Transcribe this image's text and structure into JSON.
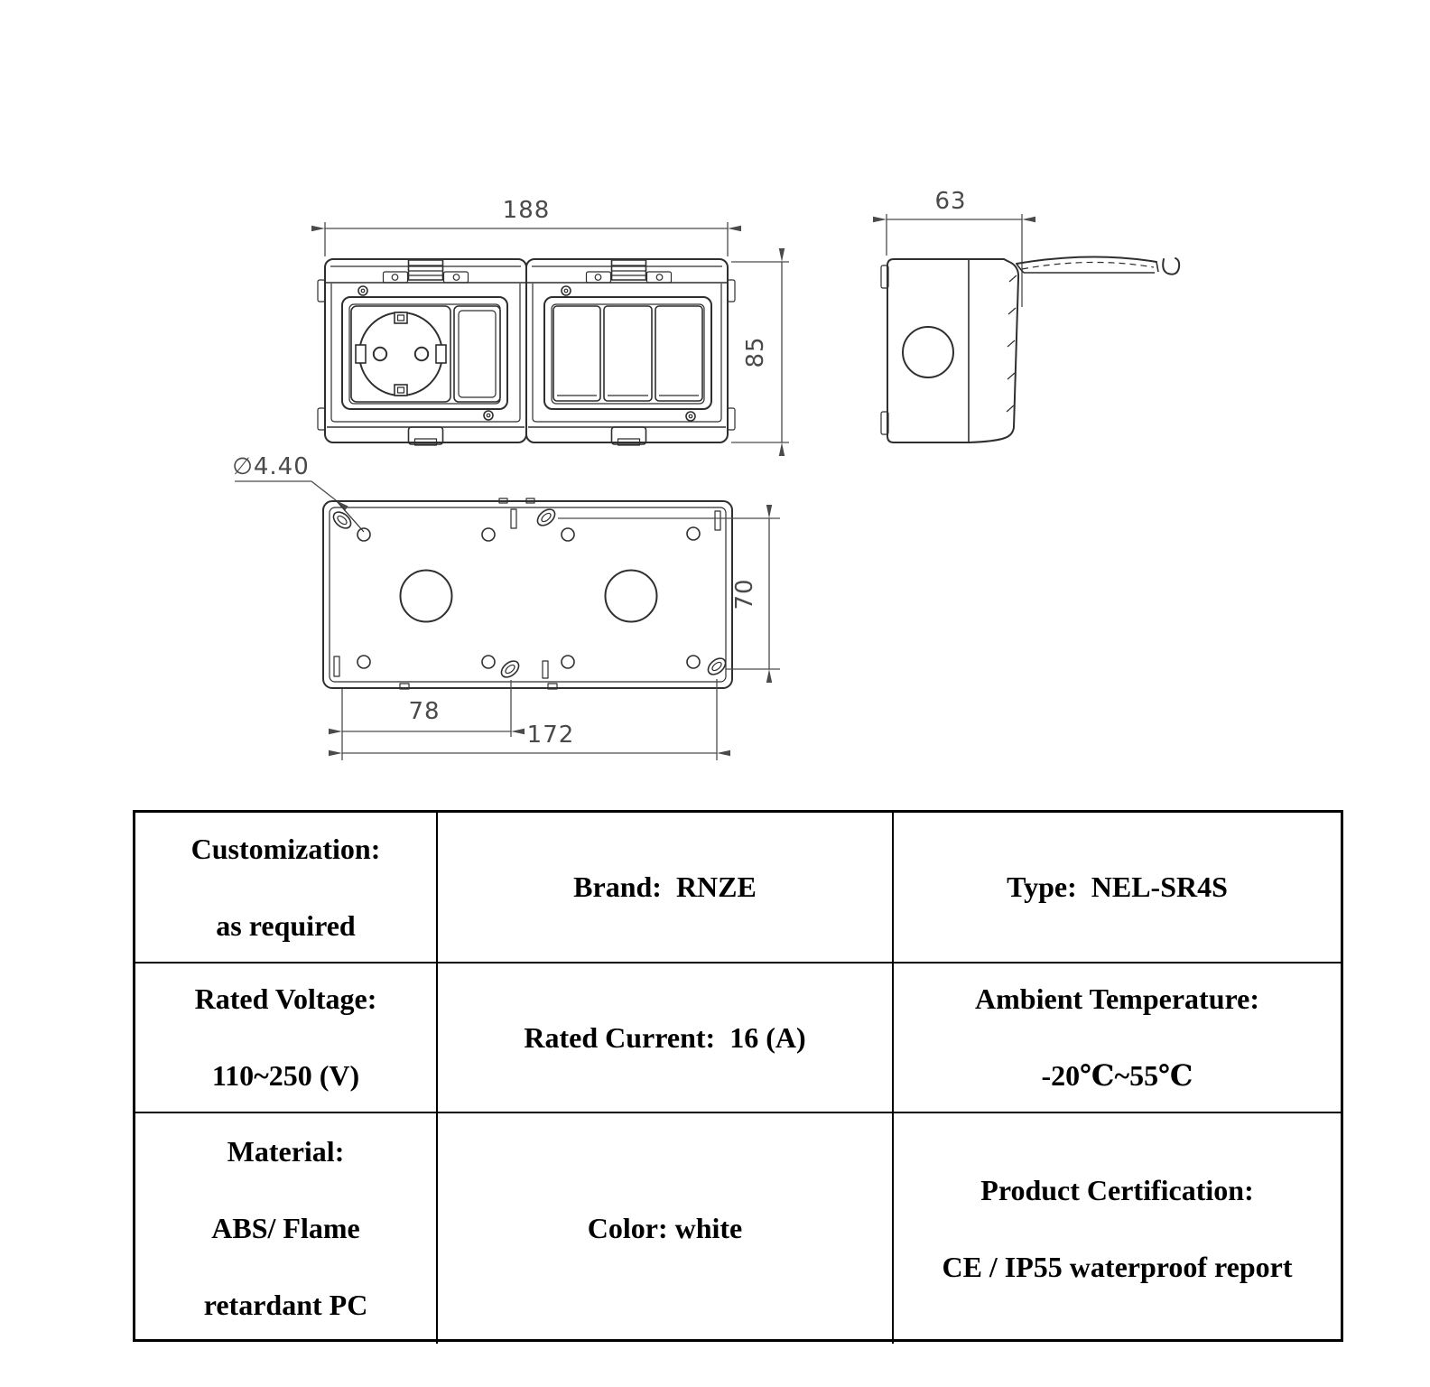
{
  "drawing": {
    "colors": {
      "line": "#2f2f2f",
      "dimension": "#4a4a4a"
    },
    "front_view": {
      "width_mm": "188",
      "height_mm": "85"
    },
    "side_view": {
      "depth_mm": "63"
    },
    "back_view": {
      "screw_hole_label": "∅4.40",
      "vertical_spacing_mm": "70",
      "left_spacing_mm": "78",
      "mount_spacing_mm": "172"
    }
  },
  "spec_table": {
    "rows": [
      {
        "cells": [
          {
            "name": "customization",
            "lines": [
              "Customization:",
              "as required"
            ]
          },
          {
            "name": "brand",
            "lines": [
              "Brand:  RNZE"
            ]
          },
          {
            "name": "type",
            "lines": [
              "Type:  NEL-SR4S"
            ]
          }
        ]
      },
      {
        "cells": [
          {
            "name": "rated-voltage",
            "lines": [
              "Rated Voltage:",
              "110~250 (V)"
            ]
          },
          {
            "name": "rated-current",
            "lines": [
              "Rated Current:  16 (A)"
            ]
          },
          {
            "name": "ambient-temperature",
            "lines": [
              "Ambient Temperature:",
              "-20℃~55℃"
            ]
          }
        ]
      },
      {
        "cells": [
          {
            "name": "material",
            "lines": [
              "Material:",
              "ABS/ Flame",
              "retardant PC"
            ]
          },
          {
            "name": "color",
            "lines": [
              "Color: white"
            ]
          },
          {
            "name": "product-certification",
            "lines": [
              "Product Certification:",
              "CE / IP55 waterproof report"
            ]
          }
        ]
      }
    ]
  }
}
